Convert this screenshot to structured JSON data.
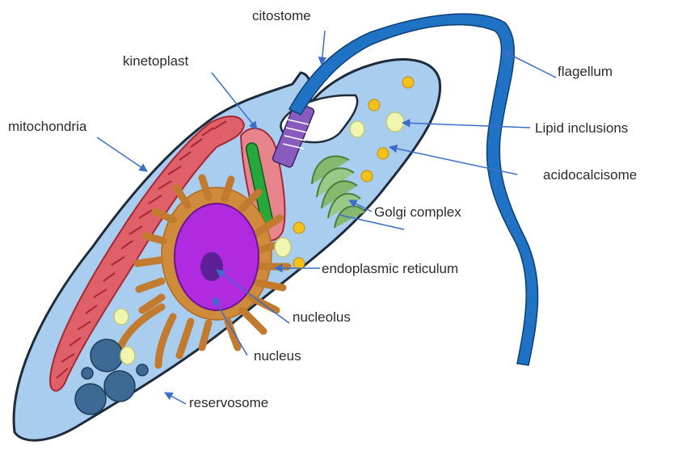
{
  "labels": {
    "citostome": "citostome",
    "kinetoplast": "kinetoplast",
    "flagellum": "flagellum",
    "mitochondria": "mitochondria",
    "lipid_inclusions": "Lipid inclusions",
    "acidocalcisome": "acidocalcisome",
    "golgi_complex": "Golgi complex",
    "endoplasmic_reticulum": "endoplasmic reticulum",
    "nucleolus": "nucleolus",
    "nucleus": "nucleus",
    "reservosome": "reservosome"
  },
  "colors": {
    "cell_fill": "#a9cdee",
    "cell_outline": "#1f2a3a",
    "flagellum": "#1f72c4",
    "mitochondria": "#e0606a",
    "kinetoplast": "#27a83a",
    "nucleus": "#b02ae0",
    "nucleolus": "#5e2096",
    "endoplasmic_reticulum": "#d08a3c",
    "golgi": "#86b870",
    "acidocalcisome": "#f2c11c",
    "lipid_inclusion": "#f0f6b0",
    "reservosome": "#3d6a95",
    "arrow": "#3a6ec8"
  }
}
